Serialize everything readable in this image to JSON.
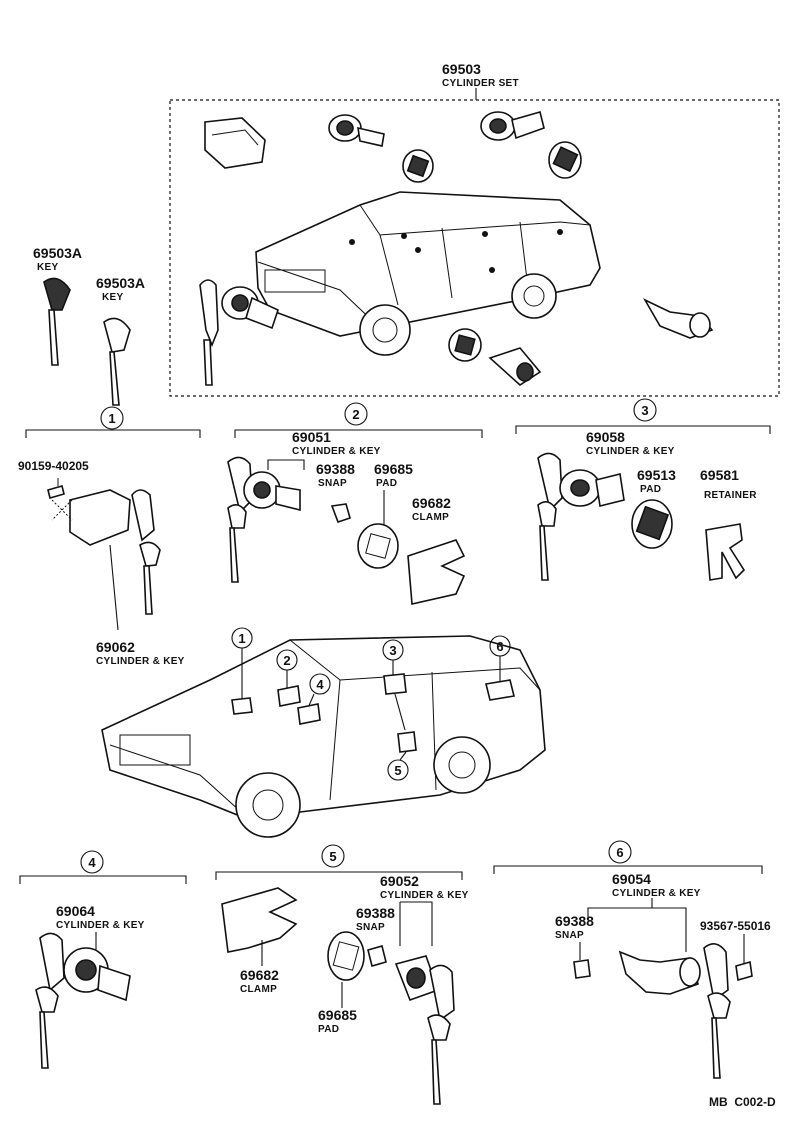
{
  "diagram": {
    "labels": {
      "set_number": "69503",
      "set_desc": "CYLINDER SET",
      "key_a1_number": "69503A",
      "key_a1_desc": "KEY",
      "key_a2_number": "69503A",
      "key_a2_desc": "KEY",
      "s1_bolt_number": "90159-40205",
      "s1_cyl_number": "69062",
      "s1_cyl_desc": "CYLINDER & KEY",
      "s2_cyl_number": "69051",
      "s2_cyl_desc": "CYLINDER & KEY",
      "s2_snap_number": "69388",
      "s2_snap_desc": "SNAP",
      "s2_pad_number": "69685",
      "s2_pad_desc": "PAD",
      "s2_clamp_number": "69682",
      "s2_clamp_desc": "CLAMP",
      "s3_cyl_number": "69058",
      "s3_cyl_desc": "CYLINDER & KEY",
      "s3_pad_number": "69513",
      "s3_pad_desc": "PAD",
      "s3_ret_number": "69581",
      "s3_ret_desc": "RETAINER",
      "s4_cyl_number": "69064",
      "s4_cyl_desc": "CYLINDER & KEY",
      "s5_cyl_number": "69052",
      "s5_cyl_desc": "CYLINDER & KEY",
      "s5_snap_number": "69388",
      "s5_snap_desc": "SNAP",
      "s5_clamp_number": "69682",
      "s5_clamp_desc": "CLAMP",
      "s5_pad_number": "69685",
      "s5_pad_desc": "PAD",
      "s6_cyl_number": "69054",
      "s6_cyl_desc": "CYLINDER & KEY",
      "s6_snap_number": "69388",
      "s6_snap_desc": "SNAP",
      "s6_screw_number": "93567-55016",
      "footer_code": "MB  C002-D"
    },
    "section_numbers": {
      "s1": "1",
      "s2": "2",
      "s3": "3",
      "s4": "4",
      "s5": "5",
      "s6": "6"
    },
    "car_callouts": {
      "c1": "1",
      "c2": "2",
      "c3": "3",
      "c4": "4",
      "c5": "5",
      "c6": "6"
    }
  }
}
